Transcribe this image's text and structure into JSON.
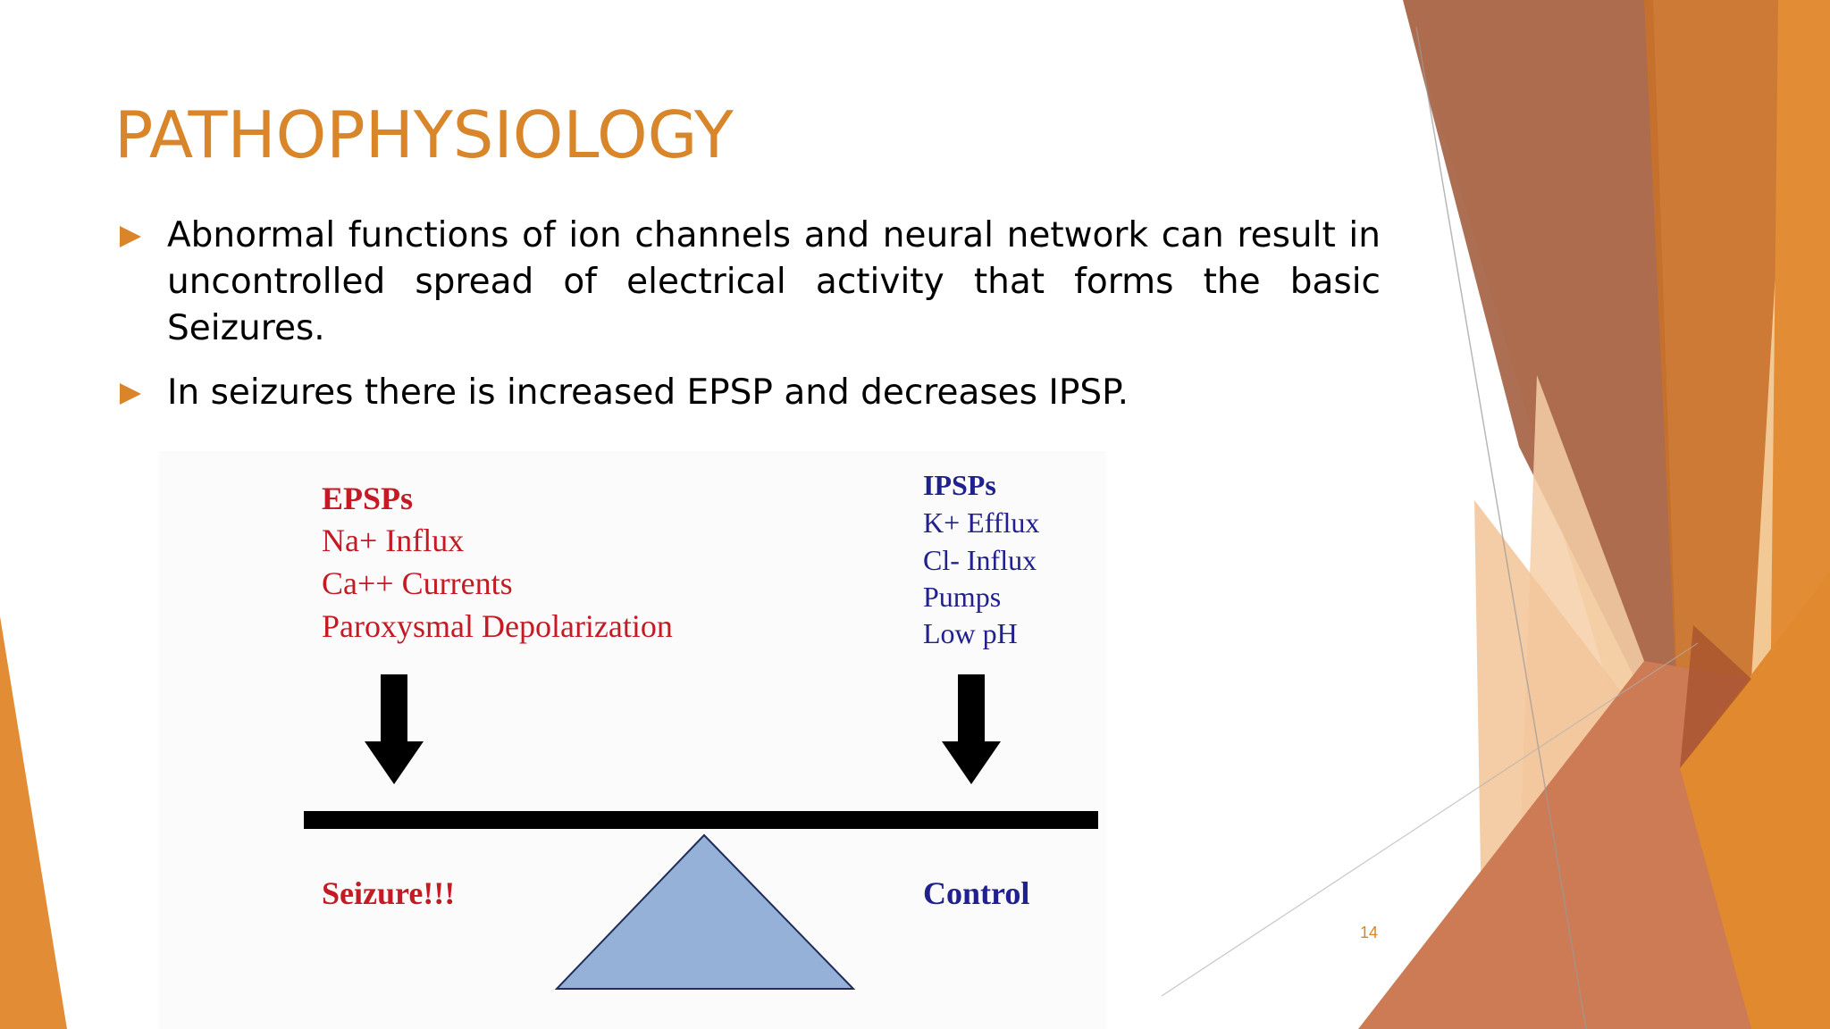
{
  "slide": {
    "title": "PATHOPHYSIOLOGY",
    "bullets": [
      "Abnormal functions of ion channels and neural network can result in uncontrolled spread of electrical activity that forms the basic Seizures.",
      "In seizures there is increased EPSP and decreases IPSP."
    ],
    "page_number": "14"
  },
  "diagram": {
    "left": {
      "heading": "EPSPs",
      "items": [
        "Na+ Influx",
        "Ca++ Currents",
        "Paroxysmal Depolarization"
      ],
      "outcome": "Seizure!!!"
    },
    "right": {
      "heading": "IPSPs",
      "items": [
        "K+ Efflux",
        "Cl- Influx",
        "Pumps",
        "Low pH"
      ],
      "outcome": "Control"
    }
  },
  "colors": {
    "accent": "#D9852A",
    "epsp_red": "#c41a24",
    "ipsp_blue": "#20208f",
    "fulcrum": "#95b1d8"
  }
}
